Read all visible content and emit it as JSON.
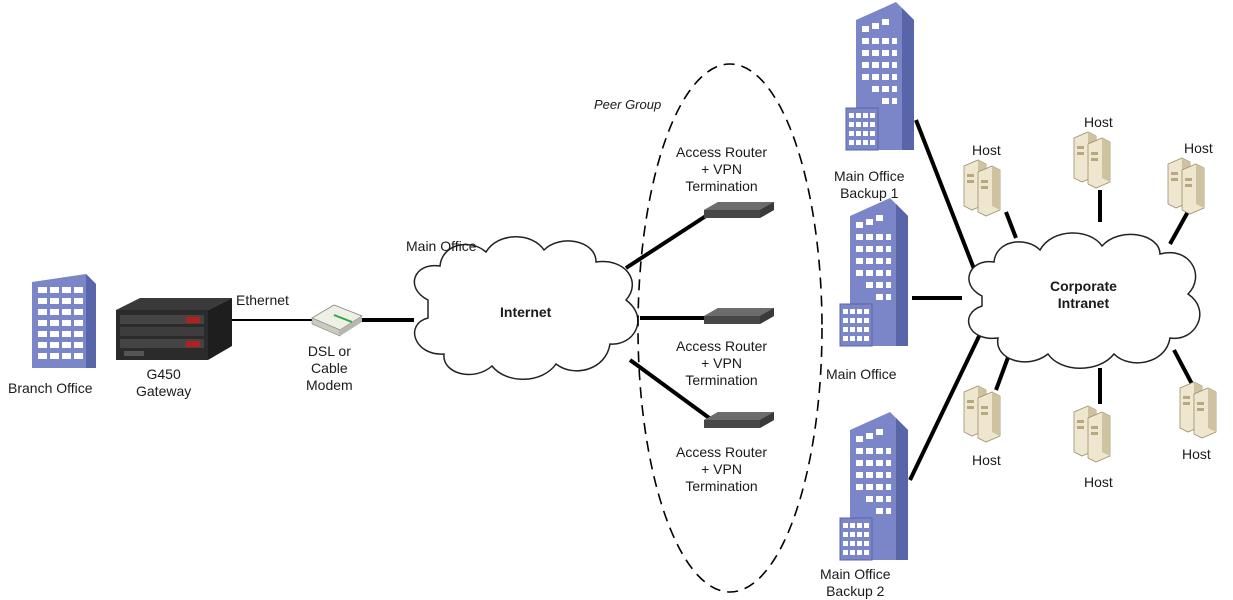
{
  "labels": {
    "branch_office": "Branch Office",
    "g450_line1": "G450",
    "g450_line2": "Gateway",
    "ethernet": "Ethernet",
    "modem_line1": "DSL or",
    "modem_line2": "Cable",
    "modem_line3": "Modem",
    "main_office_top": "Main Office",
    "internet": "Internet",
    "peer_group": "Peer Group",
    "router_line1": "Access Router",
    "router_line2": "+ VPN",
    "router_line3": "Termination",
    "backup1_line1": "Main Office",
    "backup1_line2": "Backup 1",
    "main_office": "Main Office",
    "backup2_line1": "Main Office",
    "backup2_line2": "Backup 2",
    "corporate_line1": "Corporate",
    "corporate_line2": "Intranet",
    "host": "Host"
  },
  "colors": {
    "building_fill": "#7b86c8",
    "building_dark": "#5865a8",
    "window": "#ffffff",
    "line": "#000000",
    "cloud_stroke": "#222222",
    "host_fill": "#efe6cf",
    "host_side": "#cfc2a0",
    "router_fill": "#4a4a4a"
  }
}
